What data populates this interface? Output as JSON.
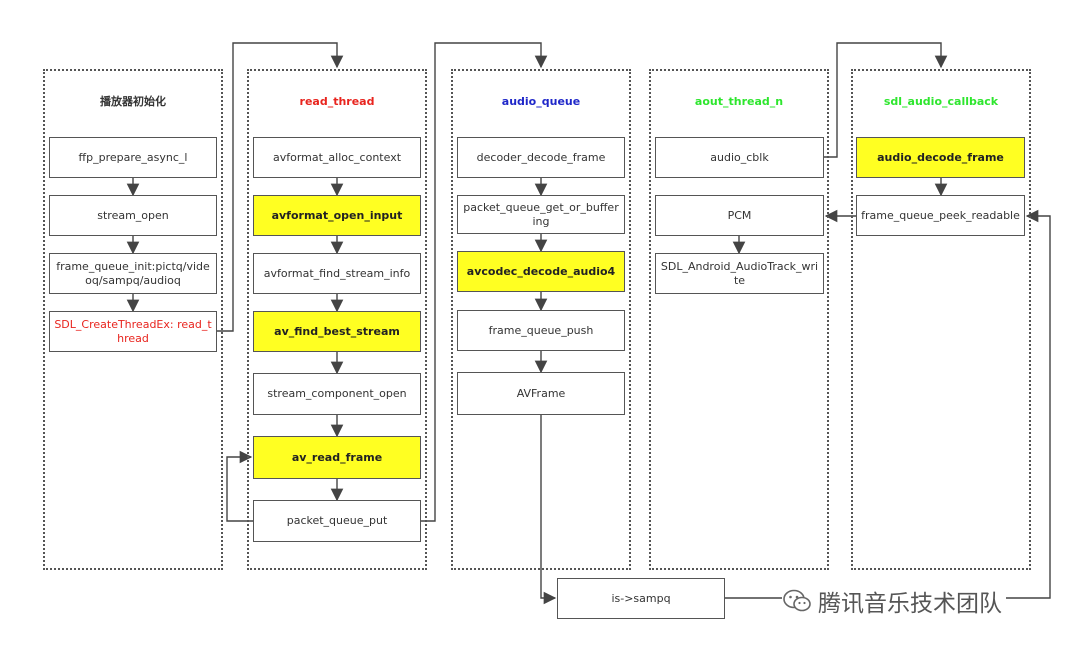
{
  "colors": {
    "title_red": "#e8241e",
    "title_blue": "#1f27c9",
    "title_green": "#2ee62e",
    "highlight_yellow": "#ffff22",
    "line": "#444444"
  },
  "columns": [
    {
      "title": "播放器初始化",
      "title_color": "#333333",
      "boxes": [
        {
          "label": "ffp_prepare_async_l"
        },
        {
          "label": "stream_open"
        },
        {
          "label": "frame_queue_init:pictq/videoq/sampq/audioq"
        },
        {
          "label": "SDL_CreateThreadEx: read_thread",
          "red": true
        }
      ]
    },
    {
      "title": "read_thread",
      "title_color": "#e8241e",
      "boxes": [
        {
          "label": "avformat_alloc_context"
        },
        {
          "label": "avformat_open_input",
          "highlight": true
        },
        {
          "label": "avformat_find_stream_info"
        },
        {
          "label": "av_find_best_stream",
          "highlight": true
        },
        {
          "label": "stream_component_open"
        },
        {
          "label": "av_read_frame",
          "highlight": true
        },
        {
          "label": "packet_queue_put"
        }
      ]
    },
    {
      "title": "audio_queue",
      "title_color": "#1f27c9",
      "boxes": [
        {
          "label": "decoder_decode_frame"
        },
        {
          "label": "packet_queue_get_or_buffering"
        },
        {
          "label": "avcodec_decode_audio4",
          "highlight": true
        },
        {
          "label": "frame_queue_push"
        },
        {
          "label": "AVFrame"
        }
      ]
    },
    {
      "title": "aout_thread_n",
      "title_color": "#2ee62e",
      "boxes": [
        {
          "label": "audio_cblk"
        },
        {
          "label": "PCM"
        },
        {
          "label": "SDL_Android_AudioTrack_write"
        }
      ]
    },
    {
      "title": "sdl_audio_callback",
      "title_color": "#2ee62e",
      "boxes": [
        {
          "label": "audio_decode_frame",
          "highlight": true
        },
        {
          "label": "frame_queue_peek_readable"
        }
      ]
    }
  ],
  "sampq_box": {
    "label": "is->sampq"
  },
  "watermark": {
    "text": "腾讯音乐技术团队",
    "icon": "wechat-icon"
  }
}
